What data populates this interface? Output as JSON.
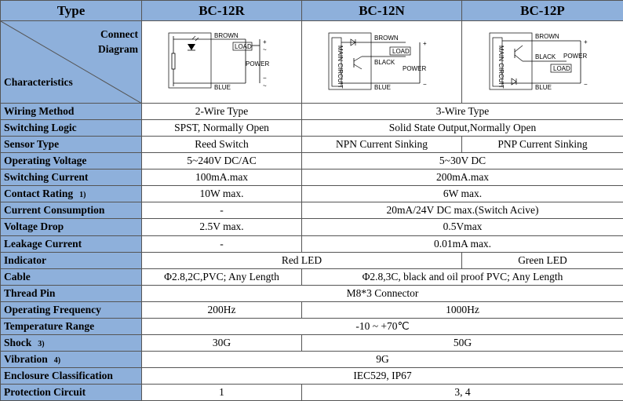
{
  "header": {
    "type_label": "Type",
    "models": [
      "BC-12R",
      "BC-12N",
      "BC-12P"
    ]
  },
  "diagram_row": {
    "connect_label_1": "Connect",
    "connect_label_2": "Diagram",
    "characteristics_label": "Characteristics"
  },
  "diagrams": {
    "r": {
      "brown": "BROWN",
      "load": "LOAD",
      "power": "POWER",
      "blue": "BLUE",
      "plus": "+",
      "tilde1": "~",
      "minus": "−",
      "tilde2": "~"
    },
    "n": {
      "brown": "BROWN",
      "load": "LOAD",
      "black": "BLACK",
      "power": "POWER",
      "blue": "BLUE",
      "main": "MAIN CIRCUIT",
      "plus": "+",
      "minus": "−"
    },
    "p": {
      "brown": "BROWN",
      "black": "BLACK",
      "power": "POWER",
      "load": "LOAD",
      "blue": "BLUE",
      "main": "MAIN CIRCUIT",
      "plus": "+",
      "minus": "−"
    }
  },
  "rows": {
    "wiring": {
      "label": "Wiring Method",
      "r": "2-Wire Type",
      "np": "3-Wire Type"
    },
    "switching_logic": {
      "label": "Switching Logic",
      "r": "SPST, Normally Open",
      "np": "Solid State Output,Normally Open"
    },
    "sensor_type": {
      "label": "Sensor Type",
      "r": "Reed Switch",
      "n": "NPN Current Sinking",
      "p": "PNP Current Sinking"
    },
    "operating_voltage": {
      "label": "Operating Voltage",
      "r": "5~240V DC/AC",
      "np": "5~30V DC"
    },
    "switching_current": {
      "label": "Switching Current",
      "r": "100mA.max",
      "np": "200mA.max"
    },
    "contact_rating": {
      "label": "Contact Rating",
      "note": "1)",
      "r": "10W max.",
      "np": "6W max."
    },
    "current_consumption": {
      "label": "Current Consumption",
      "r": "-",
      "np": "20mA/24V DC max.(Switch Acive)"
    },
    "voltage_drop": {
      "label": "Voltage Drop",
      "r": "2.5V max.",
      "np": "0.5Vmax"
    },
    "leakage_current": {
      "label": "Leakage Current",
      "r": "-",
      "np": "0.01mA max."
    },
    "indicator": {
      "label": "Indicator",
      "rn": "Red LED",
      "p": "Green LED"
    },
    "cable": {
      "label": "Cable",
      "r": "Φ2.8,2C,PVC; Any Length",
      "np": "Φ2.8,3C, black and oil proof PVC; Any Length"
    },
    "thread_pin": {
      "label": "Thread Pin",
      "all": "M8*3 Connector"
    },
    "operating_frequency": {
      "label": "Operating Frequency",
      "r": "200Hz",
      "np": "1000Hz"
    },
    "temperature_range": {
      "label": "Temperature Range",
      "all": "-10 ~ +70℃"
    },
    "shock": {
      "label": "Shock",
      "note": "3)",
      "r": "30G",
      "np": "50G"
    },
    "vibration": {
      "label": "Vibration",
      "note": "4)",
      "all": "9G"
    },
    "enclosure": {
      "label": "Enclosure Classification",
      "all": "IEC529, IP67"
    },
    "protection": {
      "label": "Protection Circuit",
      "r": "1",
      "np": "3, 4"
    }
  }
}
